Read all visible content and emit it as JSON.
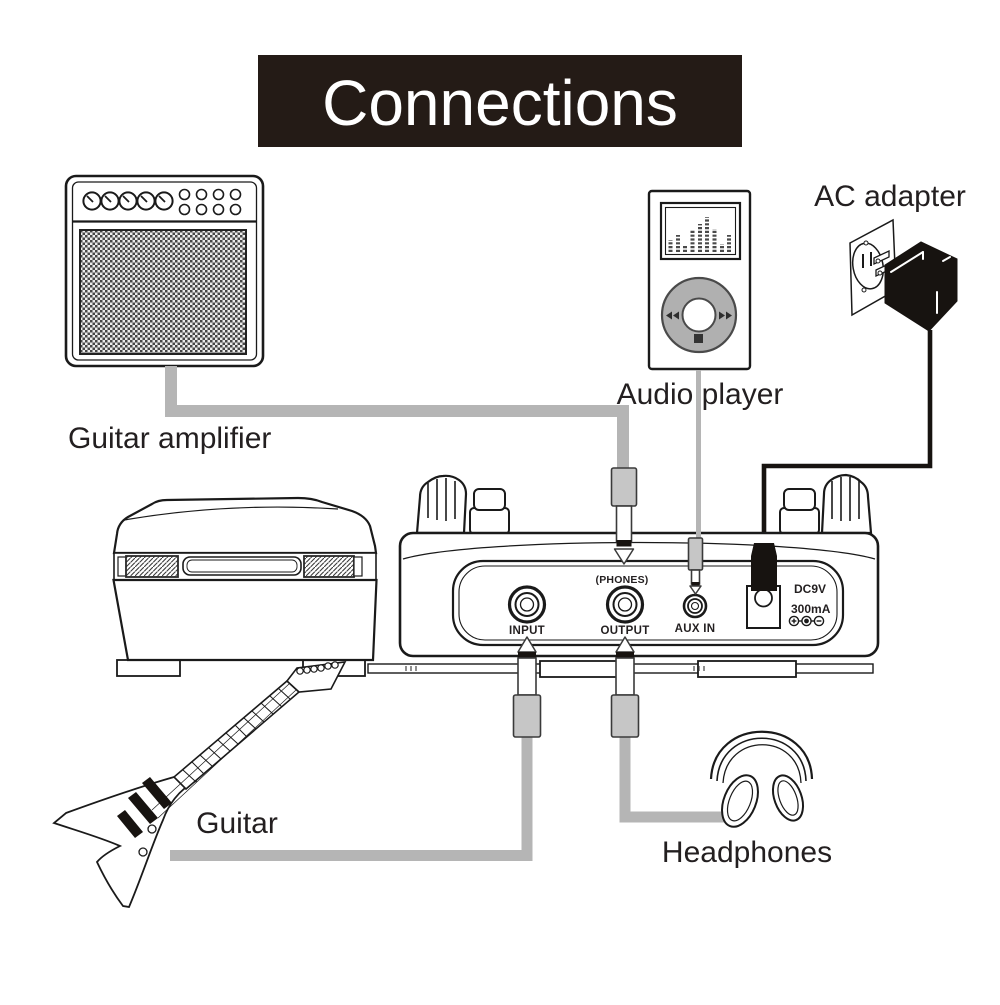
{
  "title": "Connections",
  "colors": {
    "banner_bg": "#241b16",
    "banner_text": "#ffffff",
    "line": "#1a1a1a",
    "cable_gray": "#b5b5b5",
    "plug_sleeve": "#c6c6c6",
    "wheel_gray": "#b0b0b0",
    "black": "#171310"
  },
  "devices": {
    "guitar_amplifier": {
      "label": "Guitar amplifier"
    },
    "audio_player": {
      "label": "Audio player"
    },
    "ac_adapter": {
      "label": "AC adapter"
    },
    "guitar": {
      "label": "Guitar"
    },
    "headphones": {
      "label": "Headphones"
    }
  },
  "pedal": {
    "ports": {
      "input": {
        "label": "INPUT"
      },
      "output": {
        "label": "OUTPUT",
        "sublabel": "(PHONES)"
      },
      "aux_in": {
        "label": "AUX IN"
      },
      "dc": {
        "label": "DC9V",
        "current": "300mA"
      }
    }
  }
}
